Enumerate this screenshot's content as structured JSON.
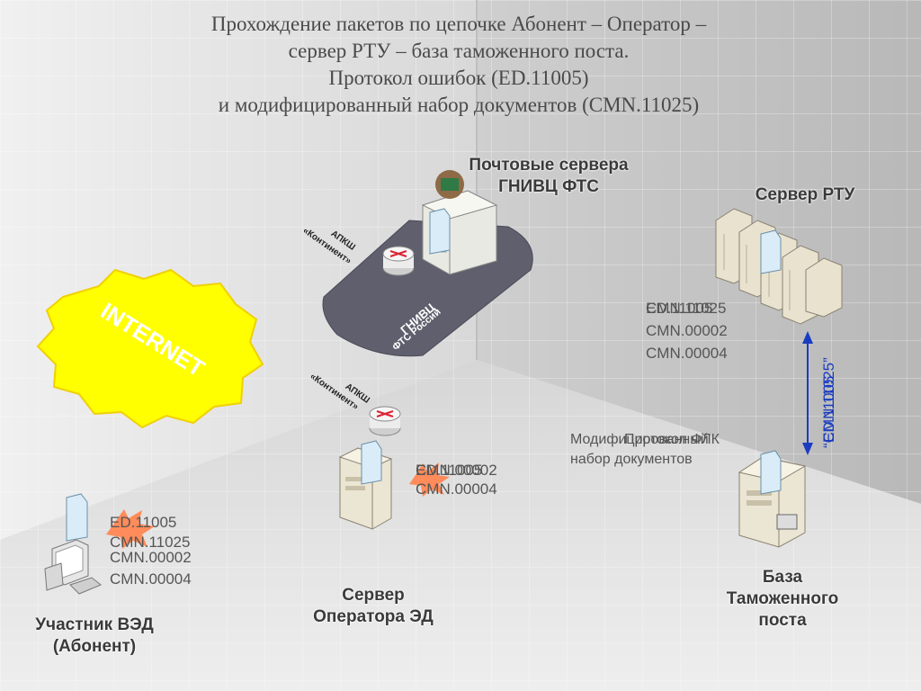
{
  "title": {
    "line1": "Прохождение пакетов по цепочке Абонент – Оператор –",
    "line2": "сервер РТУ – база таможенного поста.",
    "line3": "Протокол ошибок (ED.11005)",
    "line4": "и модифицированный набор документов (CMN.11025)"
  },
  "internet": {
    "label": "INTERNET"
  },
  "gnivc": {
    "label_line1": "Почтовые сервера",
    "label_line2": "ГНИВЦ ФТС",
    "plate_line1": "ГНИВЦ",
    "plate_line2": "ФТС России",
    "apksh": "АПКШ",
    "kontinent": "«Континент»"
  },
  "operator_router": {
    "apksh": "АПКШ",
    "kontinent": "«Континент»"
  },
  "rtu": {
    "label": "Сервер РТУ",
    "codes": [
      "ED.11005",
      "CMN.11025",
      "CMN.00002",
      "CMN.00004"
    ]
  },
  "vertical_link": {
    "text_a": "“CMN.11025”",
    "text_b": "ED.11005"
  },
  "customs": {
    "label_line1": "База",
    "label_line2": "Таможенного",
    "label_line3": "поста",
    "flow_line1a": "Модифицированный",
    "flow_line1b": "Протокол ФЛК",
    "flow_line2": "набор документов"
  },
  "operator": {
    "label_line1": "Сервер",
    "label_line2": "Оператора ЭД",
    "codes": [
      "CMN.00002",
      "ED.11005",
      "CMN.00004"
    ]
  },
  "participant": {
    "label_line1": "Участник ВЭД",
    "label_line2": "(Абонент)",
    "codes": [
      "ED.11005",
      "CMN.11025",
      "CMN.00002",
      "CMN.00004"
    ]
  },
  "colors": {
    "internet_fill": "#ffff00",
    "internet_text": "#ffffff",
    "link_line": "#1a3cc0",
    "burst": "#ff8c5a",
    "platform": "#5f5f6e"
  }
}
